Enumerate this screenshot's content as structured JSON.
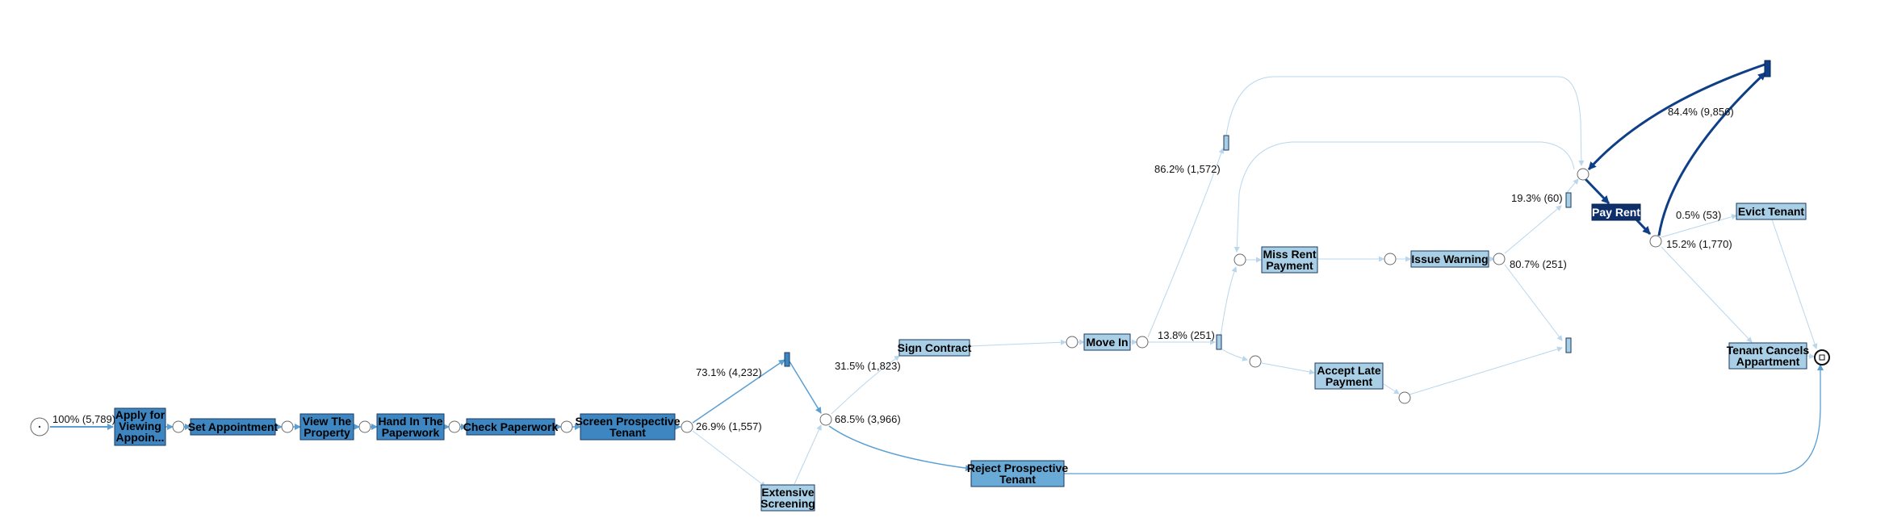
{
  "activities": [
    {
      "id": "apply",
      "lines": [
        "Apply for",
        "Viewing",
        "Appoin..."
      ],
      "fill": "#3d86c1"
    },
    {
      "id": "set",
      "lines": [
        "Set Appointment"
      ],
      "fill": "#3d86c1"
    },
    {
      "id": "view",
      "lines": [
        "View The",
        "Property"
      ],
      "fill": "#3d86c1"
    },
    {
      "id": "hand",
      "lines": [
        "Hand In The",
        "Paperwork"
      ],
      "fill": "#3d86c1"
    },
    {
      "id": "check",
      "lines": [
        "Check Paperwork"
      ],
      "fill": "#3d86c1"
    },
    {
      "id": "screen",
      "lines": [
        "Screen Prospective",
        "Tenant"
      ],
      "fill": "#3d86c1"
    },
    {
      "id": "extensive",
      "lines": [
        "Extensive",
        "Screening"
      ],
      "fill": "#a9cfe6"
    },
    {
      "id": "sign",
      "lines": [
        "Sign Contract"
      ],
      "fill": "#a9cfe6"
    },
    {
      "id": "reject",
      "lines": [
        "Reject Prospective",
        "Tenant"
      ],
      "fill": "#6aaad7"
    },
    {
      "id": "move",
      "lines": [
        "Move In"
      ],
      "fill": "#a9cfe6"
    },
    {
      "id": "miss",
      "lines": [
        "Miss Rent",
        "Payment"
      ],
      "fill": "#a9cfe6"
    },
    {
      "id": "warn",
      "lines": [
        "Issue Warning"
      ],
      "fill": "#a9cfe6"
    },
    {
      "id": "late",
      "lines": [
        "Accept Late",
        "Payment"
      ],
      "fill": "#a9cfe6"
    },
    {
      "id": "pay",
      "lines": [
        "Pay Rent"
      ],
      "fill": "#0f2f6b",
      "light": true
    },
    {
      "id": "evict",
      "lines": [
        "Evict Tenant"
      ],
      "fill": "#a9cfe6"
    },
    {
      "id": "cancel",
      "lines": [
        "Tenant Cancels",
        "Appartment"
      ],
      "fill": "#a9cfe6"
    }
  ],
  "edge_labels": [
    {
      "id": "l_start",
      "text": "100% (5,789)"
    },
    {
      "id": "l_731",
      "text": "73.1% (4,232)"
    },
    {
      "id": "l_269",
      "text": "26.9% (1,557)"
    },
    {
      "id": "l_315",
      "text": "31.5% (1,823)"
    },
    {
      "id": "l_685",
      "text": "68.5% (3,966)"
    },
    {
      "id": "l_862",
      "text": "86.2% (1,572)"
    },
    {
      "id": "l_138",
      "text": "13.8% (251)"
    },
    {
      "id": "l_193",
      "text": "19.3% (60)"
    },
    {
      "id": "l_807",
      "text": "80.7% (251)"
    },
    {
      "id": "l_844",
      "text": "84.4% (9,856)"
    },
    {
      "id": "l_05",
      "text": "0.5% (53)"
    },
    {
      "id": "l_152",
      "text": "15.2% (1,770)"
    }
  ],
  "colors": {
    "dark": "#0f3f86",
    "mid": "#5a9fd4",
    "light": "#b9d6ec",
    "place_stroke": "#6a6a6a"
  }
}
